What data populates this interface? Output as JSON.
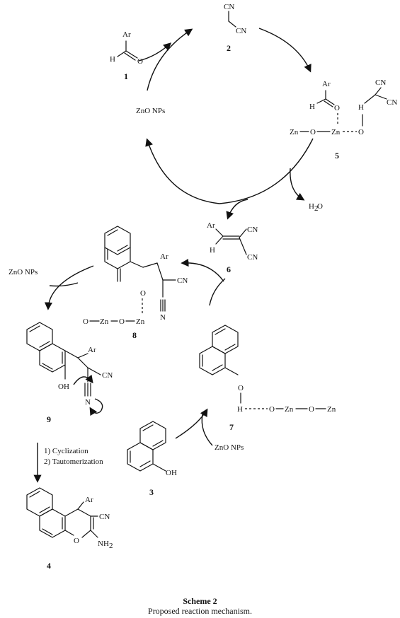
{
  "caption": {
    "title": "Scheme 2",
    "subtitle": "Proposed reaction mechanism."
  },
  "labels": {
    "ar": "Ar",
    "h": "H",
    "o": "O",
    "cn": "CN",
    "zn": "Zn",
    "oh": "OH",
    "n": "N",
    "nh2": "NH",
    "sub2": "2",
    "h2o": "H",
    "h2o_o": "O",
    "catalyst": "ZnO NPs",
    "step1": "1) Cyclization",
    "step2": "2) Tautomerization"
  },
  "compounds": {
    "c1": "1",
    "c2": "2",
    "c3": "3",
    "c4": "4",
    "c5": "5",
    "c6": "6",
    "c7": "7",
    "c8": "8",
    "c9": "9"
  }
}
